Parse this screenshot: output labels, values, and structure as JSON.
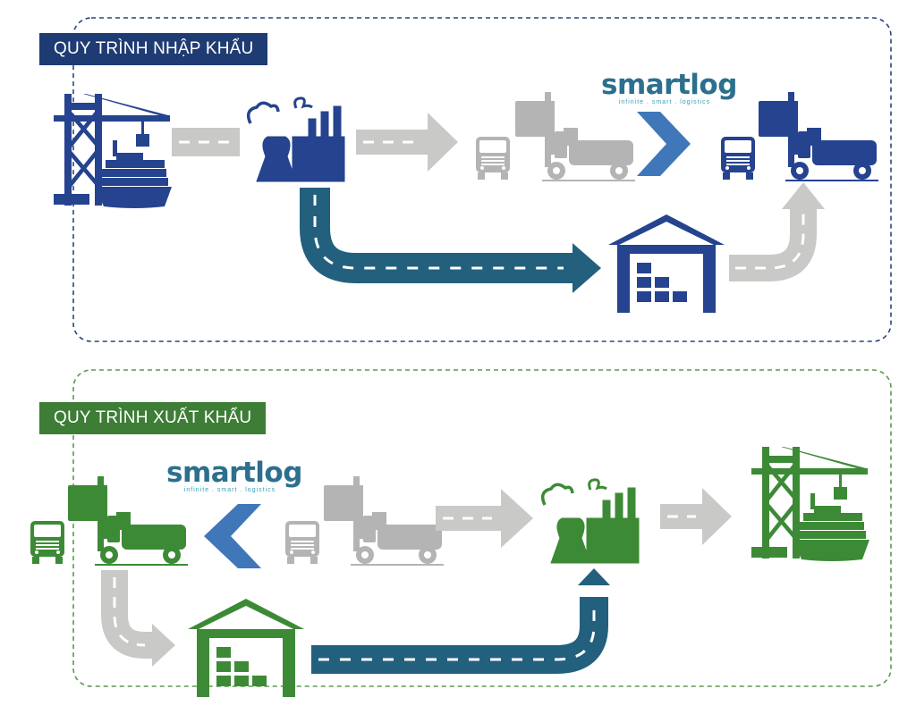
{
  "import_section": {
    "title": "QUY TRÌNH NHẬP KHẨU",
    "color": "#1f3b73"
  },
  "export_section": {
    "title": "QUY TRÌNH XUẤT KHẨU",
    "color": "#3d7d35"
  },
  "brand": {
    "name": "smartlog",
    "tagline": "infinite . smart . logistics",
    "text_color": "#2c6f8e"
  },
  "palette": {
    "import_icon": "#25438e",
    "export_icon": "#3d8a36",
    "road_blue": "#23607e",
    "road_gray": "#c9cac8",
    "icon_gray": "#b4b4b4",
    "chevron_blue": "#3f77b9"
  },
  "icons": [
    "port-crane-ship-icon",
    "factory-icon",
    "truck-icon",
    "reach-stacker-icon",
    "warehouse-icon",
    "road-arrow-icon",
    "chevron-icon"
  ]
}
